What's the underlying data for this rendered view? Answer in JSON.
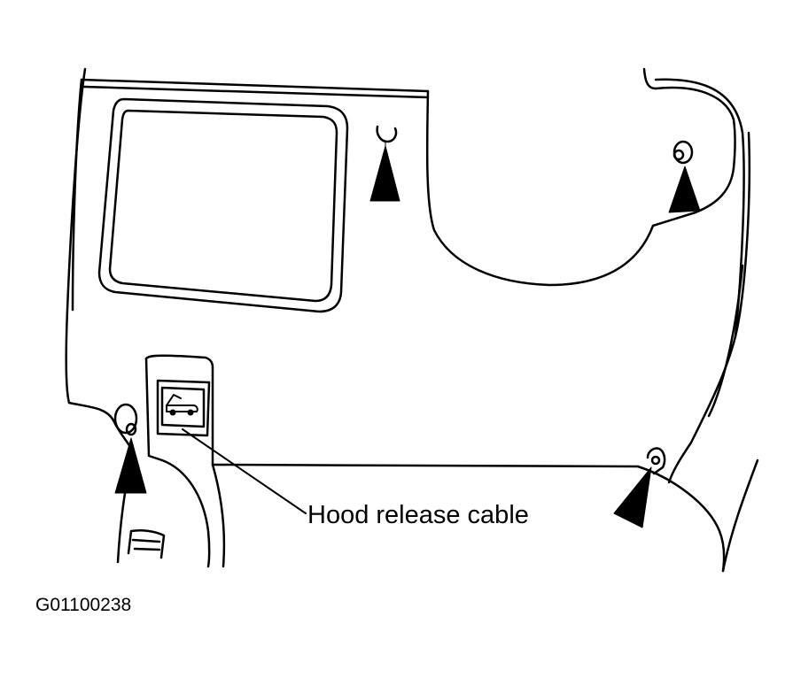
{
  "callouts": {
    "hood_release_cable": "Hood release cable"
  },
  "figure_id": "G01100238",
  "colors": {
    "line": "#000000",
    "background": "#ffffff"
  },
  "icons": {
    "fastener_markers": "solid-triangle-arrow",
    "hood_release_symbol": "car-hood-open-icon"
  }
}
